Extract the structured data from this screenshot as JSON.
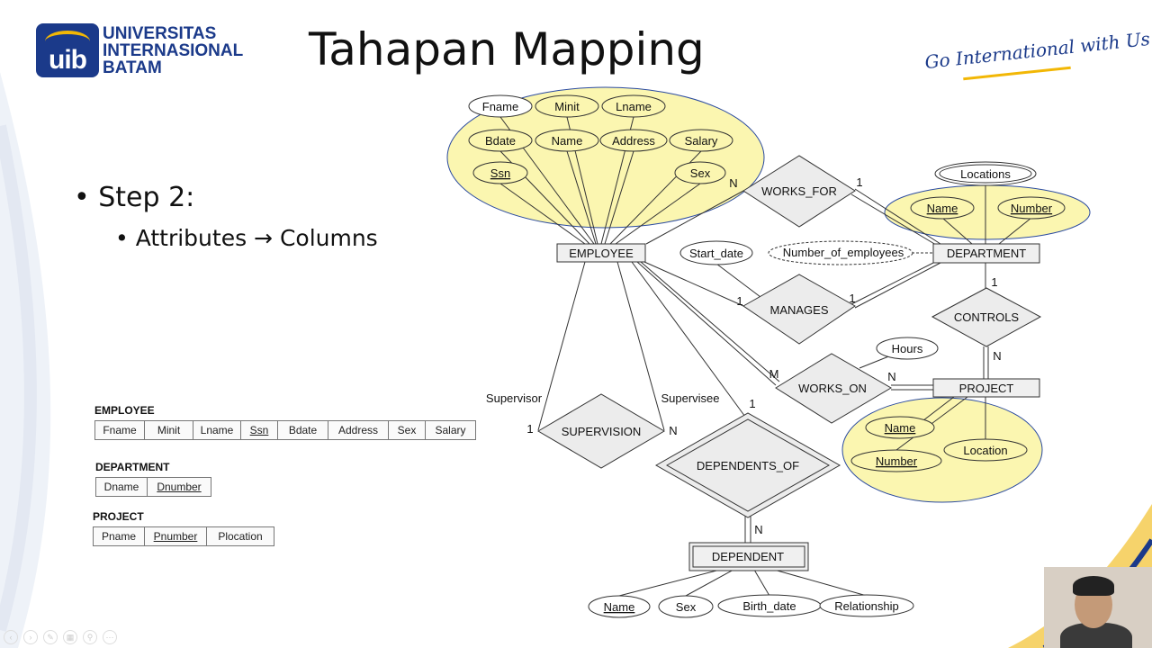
{
  "header": {
    "logo_lines": [
      "UNIVERSITAS",
      "INTERNASIONAL",
      "BATAM"
    ],
    "logo_mark": "uib",
    "title": "Tahapan Mapping",
    "tagline": "Go International with Us"
  },
  "content": {
    "bullet1": "• Step 2:",
    "bullet2": "• Attributes → Columns"
  },
  "tables": [
    {
      "name": "EMPLOYEE",
      "columns": [
        {
          "label": "Fname",
          "pk": false
        },
        {
          "label": "Minit",
          "pk": false
        },
        {
          "label": "Lname",
          "pk": false
        },
        {
          "label": "Ssn",
          "pk": true
        },
        {
          "label": "Bdate",
          "pk": false
        },
        {
          "label": "Address",
          "pk": false
        },
        {
          "label": "Sex",
          "pk": false
        },
        {
          "label": "Salary",
          "pk": false
        }
      ]
    },
    {
      "name": "DEPARTMENT",
      "columns": [
        {
          "label": "Dname",
          "pk": false
        },
        {
          "label": "Dnumber",
          "pk": true
        }
      ]
    },
    {
      "name": "PROJECT",
      "columns": [
        {
          "label": "Pname",
          "pk": false
        },
        {
          "label": "Pnumber",
          "pk": true
        },
        {
          "label": "Plocation",
          "pk": false
        }
      ]
    }
  ],
  "er": {
    "entities": {
      "employee": "EMPLOYEE",
      "department": "DEPARTMENT",
      "project": "PROJECT",
      "dependent": "DEPENDENT"
    },
    "relationships": {
      "works_for": "WORKS_FOR",
      "manages": "MANAGES",
      "controls": "CONTROLS",
      "works_on": "WORKS_ON",
      "supervision": "SUPERVISION",
      "dependents_of": "DEPENDENTS_OF"
    },
    "attributes": {
      "emp_fname": "Fname",
      "emp_minit": "Minit",
      "emp_lname": "Lname",
      "emp_bdate": "Bdate",
      "emp_name": "Name",
      "emp_address": "Address",
      "emp_salary": "Salary",
      "emp_ssn": "Ssn",
      "emp_sex": "Sex",
      "dept_locations": "Locations",
      "dept_name": "Name",
      "dept_number": "Number",
      "start_date": "Start_date",
      "number_of_employees": "Number_of_employees",
      "hours": "Hours",
      "proj_name": "Name",
      "proj_number": "Number",
      "proj_location": "Location",
      "dep_name": "Name",
      "dep_sex": "Sex",
      "dep_birth_date": "Birth_date",
      "dep_relationship": "Relationship"
    },
    "cardinalities": {
      "wf_n": "N",
      "wf_1": "1",
      "mg_1a": "1",
      "mg_1b": "1",
      "ct_1": "1",
      "ct_n": "N",
      "wo_m": "M",
      "wo_n": "N",
      "dep_1": "1",
      "dep_n": "N",
      "sup_1": "1",
      "sup_n": "N"
    },
    "roles": {
      "supervisor": "Supervisor",
      "supervisee": "Supervisee"
    }
  },
  "colors": {
    "highlight": "#fbf6b0",
    "brand": "#1b3a8a",
    "accent": "#f2b705"
  }
}
